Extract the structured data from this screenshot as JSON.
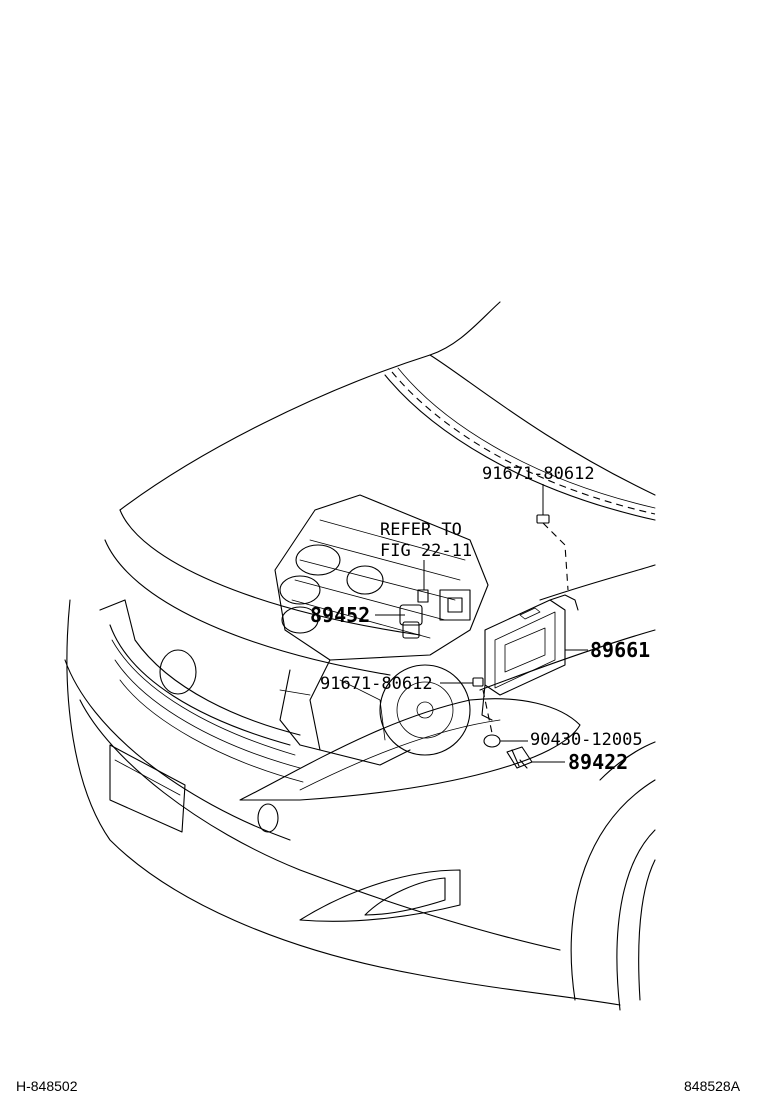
{
  "parts": {
    "clip_top": "91671-80612",
    "refer_line1": "REFER TO",
    "refer_line2": "FIG 22-11",
    "sensor_89452": "89452",
    "ecu_89661": "89661",
    "clip_lower": "91671-80612",
    "gasket": "90430-12005",
    "sensor_89422": "89422"
  },
  "footer": {
    "left_code": "H-848502",
    "right_code": "848528A"
  }
}
